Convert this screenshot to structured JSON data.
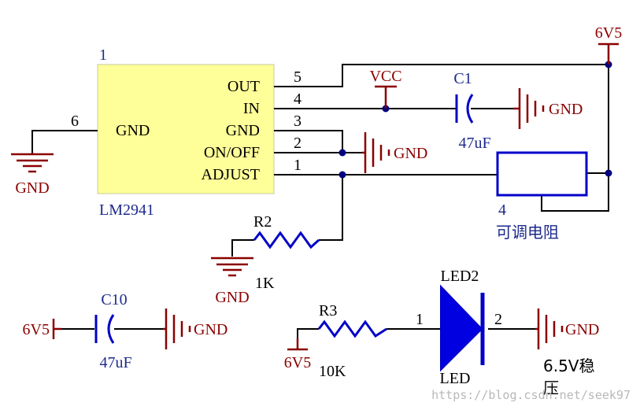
{
  "ic": {
    "designator": "1",
    "part": "LM2941",
    "fill": "#ffff99",
    "pins_right": [
      {
        "name": "OUT",
        "number": "5"
      },
      {
        "name": "IN",
        "number": "4"
      },
      {
        "name": "GND",
        "number": "3"
      },
      {
        "name": "ON/OFF",
        "number": "2"
      },
      {
        "name": "ADJUST",
        "number": "1"
      }
    ],
    "pin_left": {
      "name": "GND",
      "number": "6"
    }
  },
  "power": {
    "v6v5_top": "6V5",
    "vcc": "VCC",
    "v6v5_c10": "6V5",
    "v6v5_r3": "6V5"
  },
  "grounds": {
    "gnd_c1": "GND",
    "gnd_onoff": "GND",
    "gnd_ic": "GND",
    "gnd_r2": "GND",
    "gnd_c10": "GND",
    "gnd_led": "GND"
  },
  "components": {
    "c1": {
      "name": "C1",
      "value": "47uF"
    },
    "c10": {
      "name": "C10",
      "value": "47uF"
    },
    "r2": {
      "name": "R2",
      "value": "1K"
    },
    "r3": {
      "name": "R3",
      "value": "10K"
    },
    "pot": {
      "pin": "4",
      "label": "可调电阻"
    },
    "led": {
      "name": "LED2",
      "type": "LED",
      "pin_anode": "1",
      "pin_cathode": "2"
    }
  },
  "note": {
    "line1": "6.5V稳",
    "line2": "压"
  },
  "watermark": "https://blog.csdn.net/seek97",
  "colors": {
    "wire": "#000000",
    "power": "#8b0000",
    "component": "#0000c8",
    "ic_fill": "#ffff99",
    "label_blue": "#1d2a8c"
  }
}
